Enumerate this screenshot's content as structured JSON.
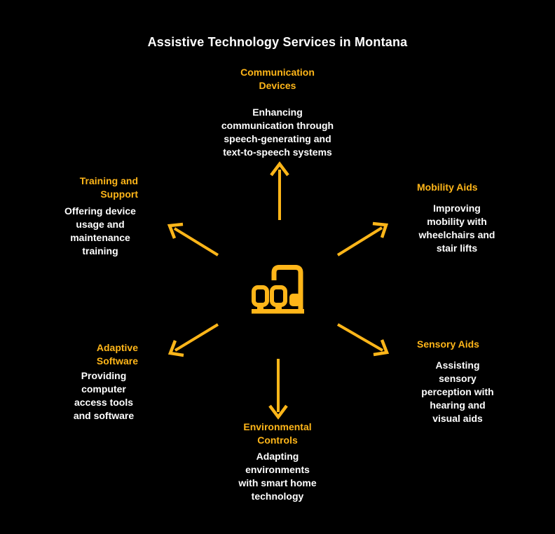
{
  "title": "Assistive Technology Services in Montana",
  "colors": {
    "background": "#000000",
    "accent": "#FFB619",
    "text": "#FFFFFF"
  },
  "center": {
    "icon": "assistive-devices-icon"
  },
  "nodes": [
    {
      "id": "communication-devices",
      "position": "top",
      "title": "Communication\nDevices",
      "description": "Enhancing\ncommunication through\nspeech-generating and\ntext-to-speech systems"
    },
    {
      "id": "training-and-support",
      "position": "top-left",
      "title": "Training and\nSupport",
      "description": "Offering device\nusage and\nmaintenance\ntraining"
    },
    {
      "id": "mobility-aids",
      "position": "top-right",
      "title": "Mobility Aids",
      "description": "Improving\nmobility with\nwheelchairs and\nstair lifts"
    },
    {
      "id": "adaptive-software",
      "position": "bottom-left",
      "title": "Adaptive\nSoftware",
      "description": "Providing\ncomputer\naccess tools\nand software"
    },
    {
      "id": "sensory-aids",
      "position": "bottom-right",
      "title": "Sensory Aids",
      "description": "Assisting\nsensory\nperception with\nhearing and\nvisual aids"
    },
    {
      "id": "environmental-controls",
      "position": "bottom",
      "title": "Environmental\nControls",
      "description": "Adapting\nenvironments\nwith smart home\ntechnology"
    }
  ]
}
